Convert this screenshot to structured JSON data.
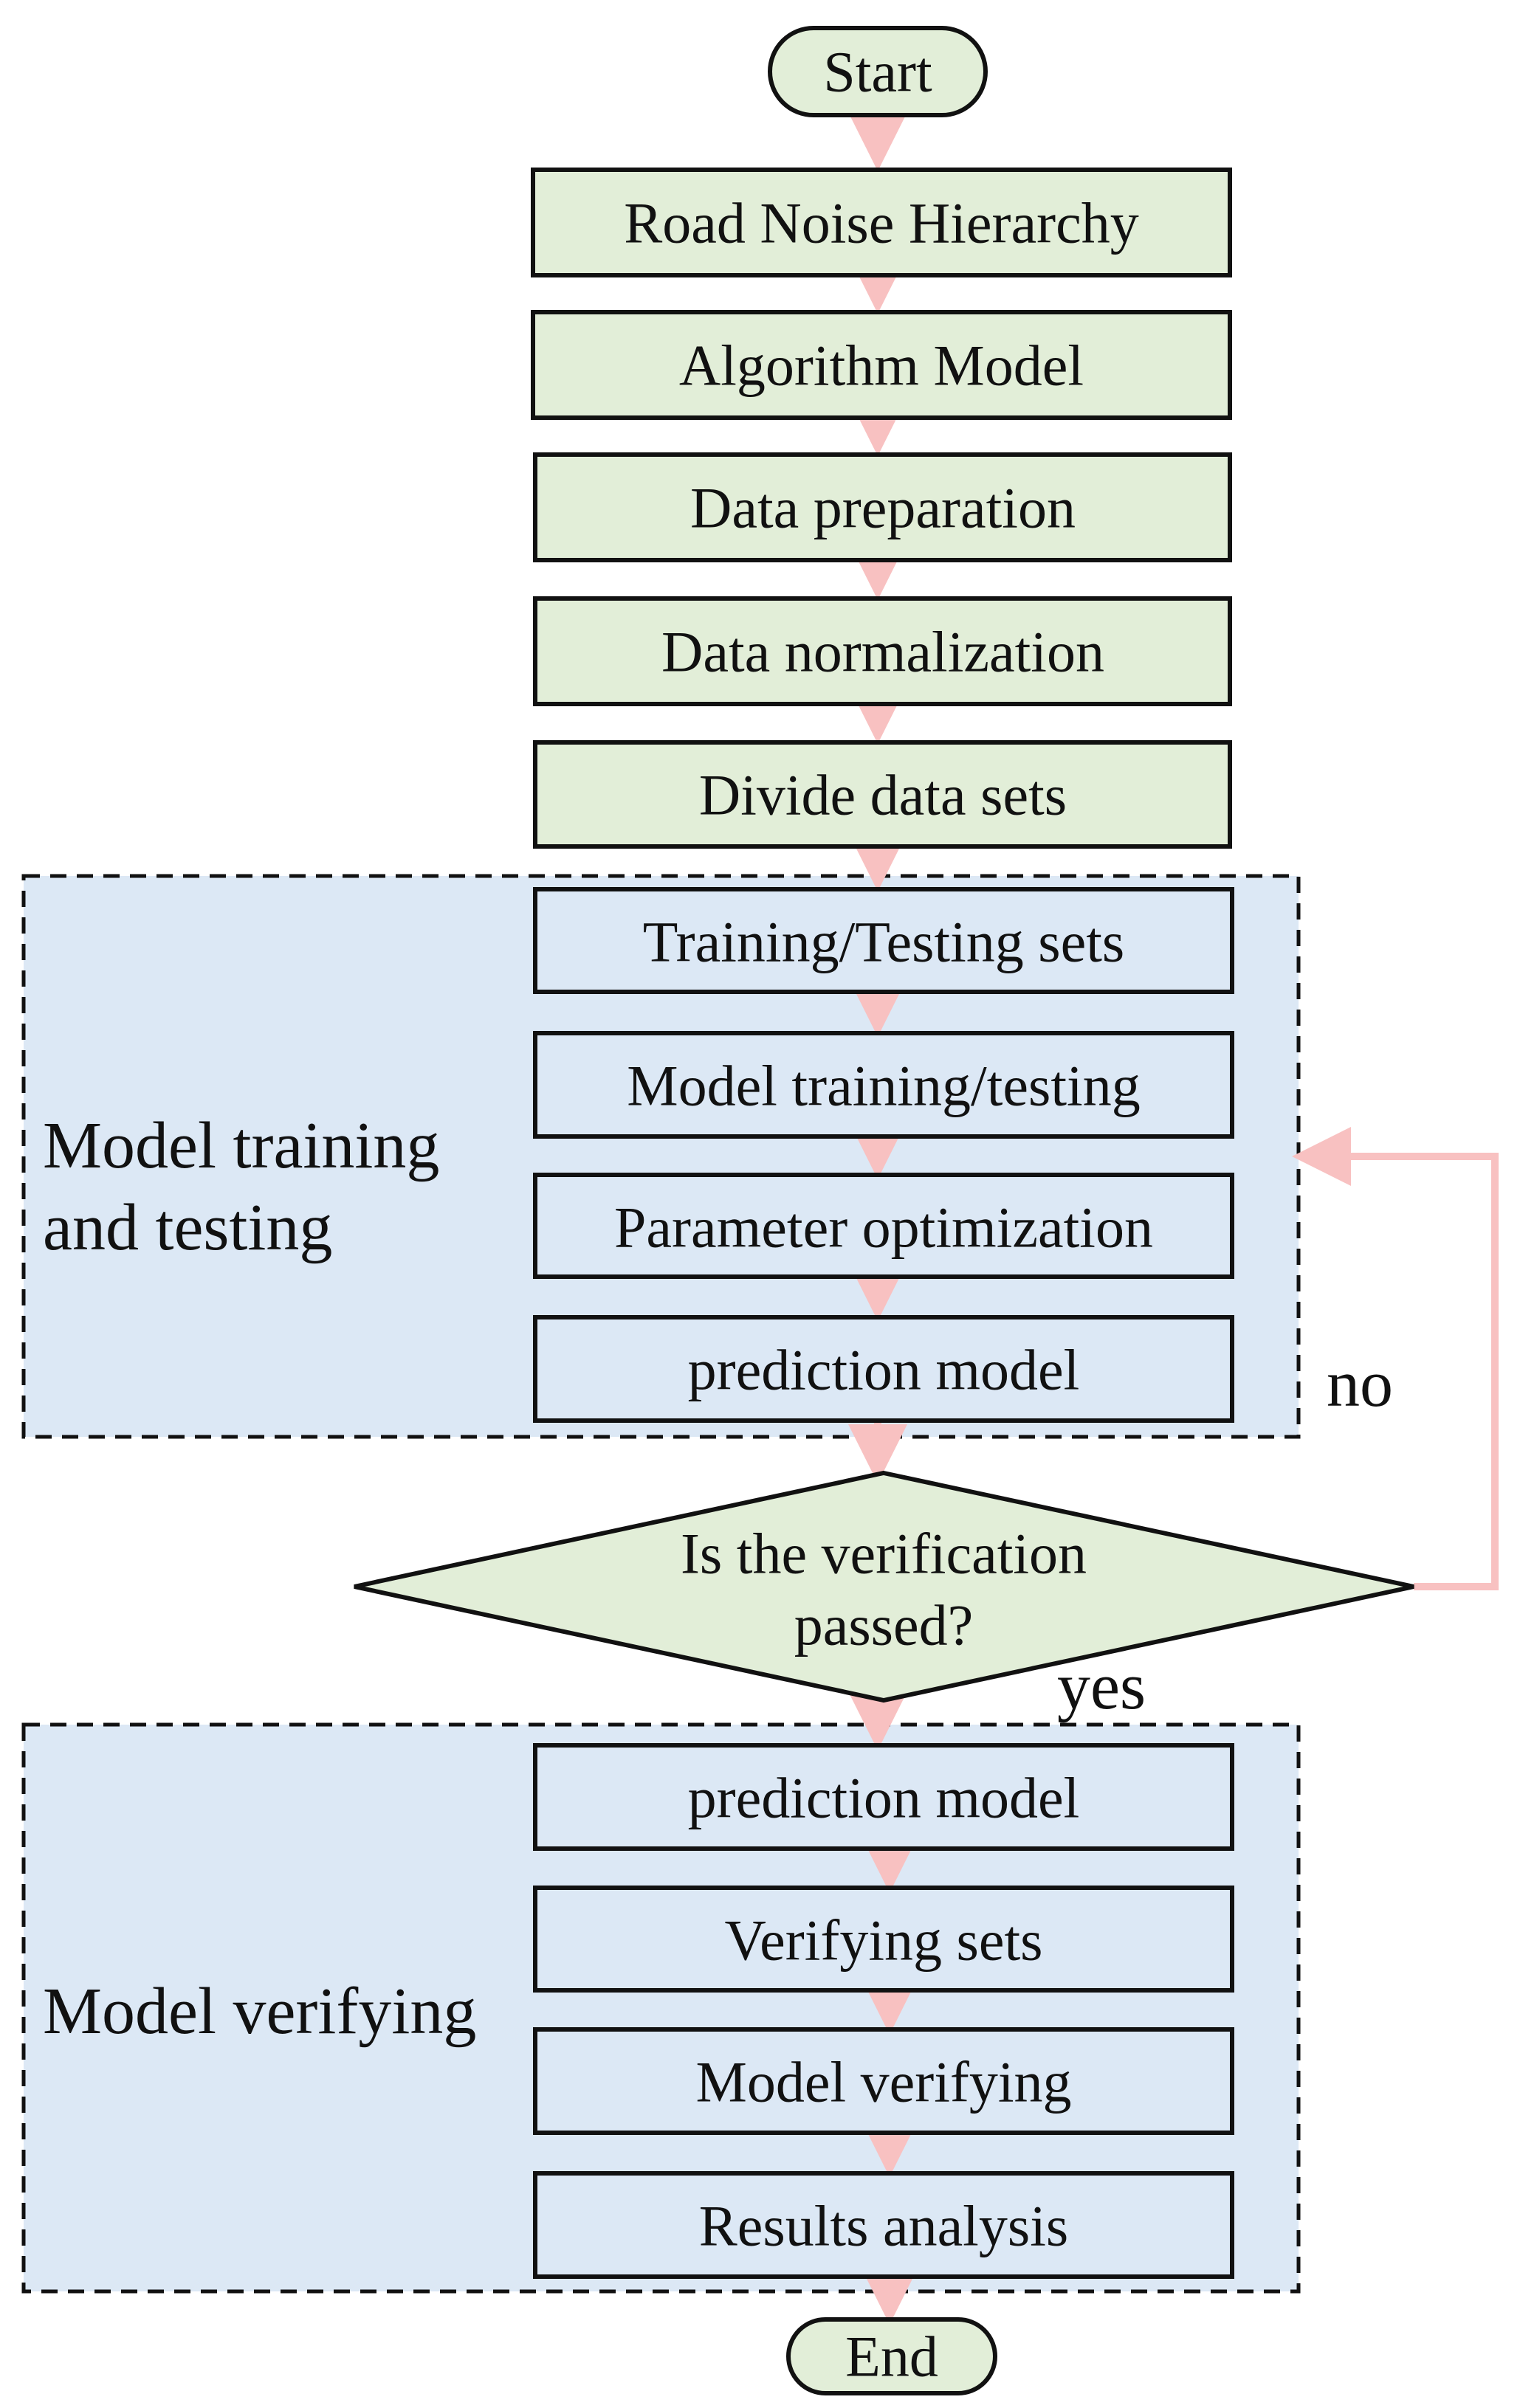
{
  "diagram": {
    "colors": {
      "process_fill": "#e2eed8",
      "group_fill": "#dce8f5",
      "group_border": "#111111",
      "node_border": "#111111",
      "arrow": "#f8c1c1",
      "text": "#111111"
    },
    "nodes": {
      "start": "Start",
      "road_noise": "Road Noise Hierarchy",
      "algorithm": "Algorithm Model",
      "data_prep": "Data preparation",
      "data_norm": "Data normalization",
      "divide": "Divide data sets",
      "train_test_sets": "Training/Testing sets",
      "model_train_test": "Model training/testing",
      "param_opt": "Parameter optimization",
      "pred_model_1": "prediction model",
      "decision_line1": "Is the verification",
      "decision_line2": "passed?",
      "pred_model_2": "prediction model",
      "verifying_sets": "Verifying sets",
      "model_verifying": "Model verifying",
      "results": "Results analysis",
      "end": "End"
    },
    "groups": {
      "training_line1": "Model training",
      "training_line2": "and testing",
      "verifying": "Model verifying"
    },
    "edge_labels": {
      "no": "no",
      "yes": "yes"
    }
  }
}
